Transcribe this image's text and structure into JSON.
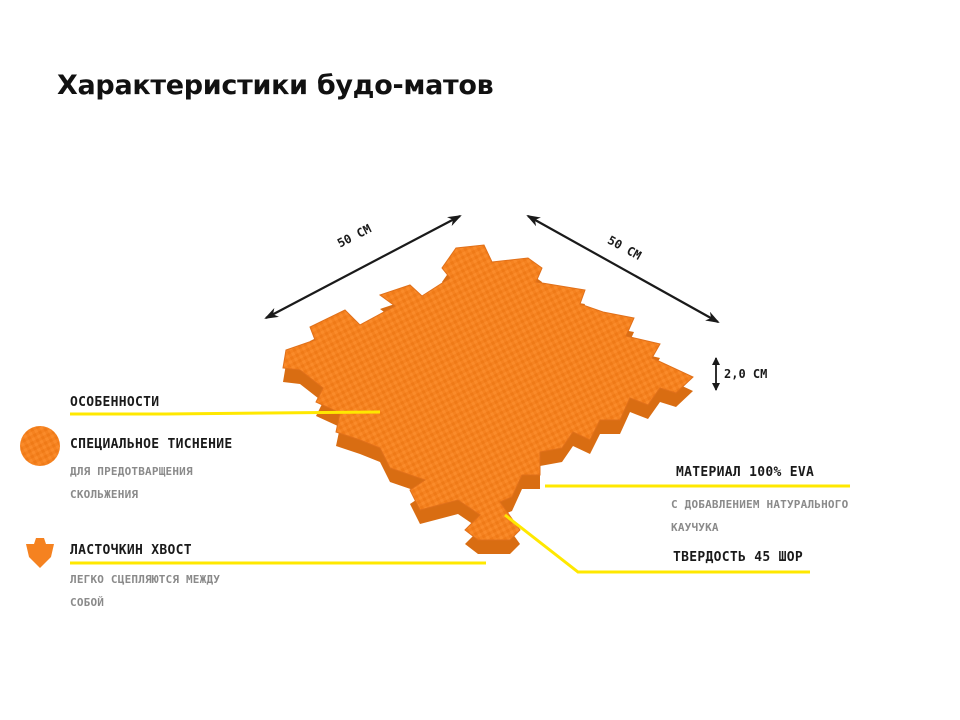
{
  "title": "Характеристики будо-матов",
  "dimensions": {
    "length_left": "50 СМ",
    "length_right": "50 СМ",
    "thickness": "2,0 СМ"
  },
  "features": {
    "heading": "ОСОБЕННОСТИ",
    "embossing": {
      "label": "СПЕЦИАЛЬНОЕ ТИСНЕНИЕ",
      "description": "ДЛЯ ПРЕДОТВАРЩЕНИЯ СКОЛЬЖЕНИЯ"
    },
    "dovetail": {
      "label": "ЛАСТОЧКИН ХВОСТ",
      "description": "ЛЕГКО СЦЕПЛЯЮТСЯ МЕЖДУ СОБОЙ"
    }
  },
  "material": {
    "label": "МАТЕРИАЛ 100% EVA",
    "description": "С ДОБАВЛЕНИЕМ НАТУРАЛЬНОГО КАУЧУКА"
  },
  "hardness": {
    "label": "ТВЕРДОСТЬ 45 ШОР"
  },
  "colors": {
    "mat_top": "#f58220",
    "mat_side": "#d96d12",
    "callout_line": "#ffe800",
    "arrow": "#1a1a1a"
  },
  "icons": {
    "embossing": "orange-circle-icon",
    "dovetail": "dovetail-icon"
  }
}
